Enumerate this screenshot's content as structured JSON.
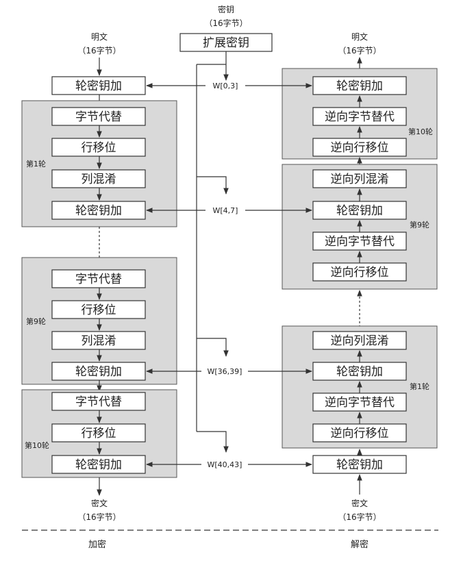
{
  "key": {
    "title": "密钥",
    "size": "（16字节）",
    "expand_label": "扩展密钥"
  },
  "encrypt": {
    "input_title": "明文",
    "input_size": "（16字节）",
    "init_add": "轮密钥加",
    "round1_label": "第1轮",
    "round9_label": "第9轮",
    "round10_label": "第10轮",
    "sub_bytes": "字节代替",
    "shift_rows": "行移位",
    "mix_columns": "列混淆",
    "add_round_key": "轮密钥加",
    "output_title": "密文",
    "output_size": "（16字节）",
    "footer": "加密"
  },
  "decrypt": {
    "output_title": "明文",
    "output_size": "（16字节）",
    "round10_label": "第10轮",
    "round9_label": "第9轮",
    "round1_label": "第1轮",
    "add_round_key": "轮密钥加",
    "inv_sub_bytes": "逆向字节替代",
    "inv_shift_rows": "逆向行移位",
    "inv_mix_columns": "逆向列混淆",
    "final_add": "轮密钥加",
    "input_title": "密文",
    "input_size": "（16字节）",
    "footer": "解密"
  },
  "words": {
    "w0": "W[0,3]",
    "w1": "W[4,7]",
    "w9": "W[36,39]",
    "w10": "W[40,43]"
  }
}
